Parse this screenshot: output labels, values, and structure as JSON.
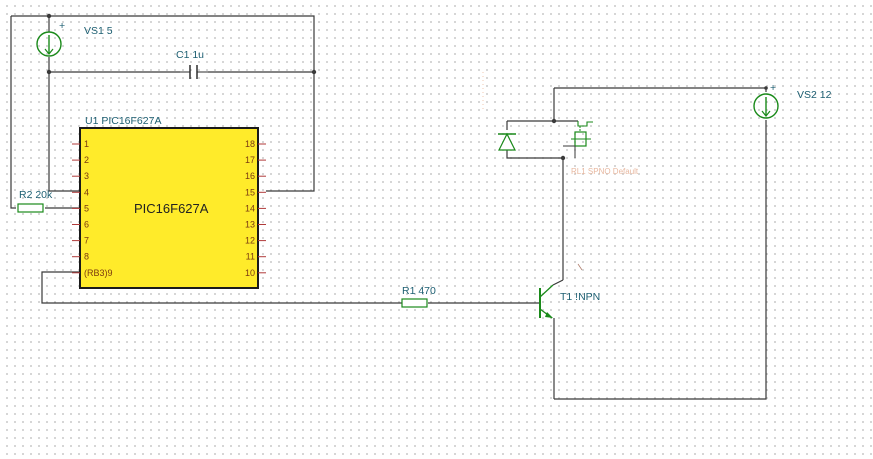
{
  "colors": {
    "chip_fill": "#ffeb2a",
    "label": "#1d5f72",
    "pin_text": "#7a3a10",
    "component_green": "#1a8a1a"
  },
  "components": {
    "vs1": {
      "label": "VS1 5",
      "plus": "+",
      "icon": "voltage-source-icon"
    },
    "vs2": {
      "label": "VS2 12",
      "plus": "+",
      "icon": "voltage-source-icon"
    },
    "c1": {
      "label": "C1 1u",
      "icon": "capacitor-icon"
    },
    "r2": {
      "label": "R2 20k",
      "icon": "resistor-icon"
    },
    "r1": {
      "label": "R1 470",
      "icon": "resistor-icon"
    },
    "t1": {
      "label": "T1 !NPN",
      "icon": "npn-transistor-icon"
    },
    "u1": {
      "label": "U1 PIC16F627A",
      "name": "PIC16F627A",
      "left_pins": [
        "1",
        "2",
        "3",
        "4",
        "5",
        "6",
        "7",
        "8",
        "(RB3)9"
      ],
      "right_pins": [
        "18",
        "17",
        "16",
        "15",
        "14",
        "13",
        "12",
        "11",
        "10"
      ]
    },
    "relay": {
      "label": "RL1 SPNO Default",
      "icon": "relay-coil-icon"
    },
    "diode": {
      "icon": "diode-icon"
    }
  }
}
